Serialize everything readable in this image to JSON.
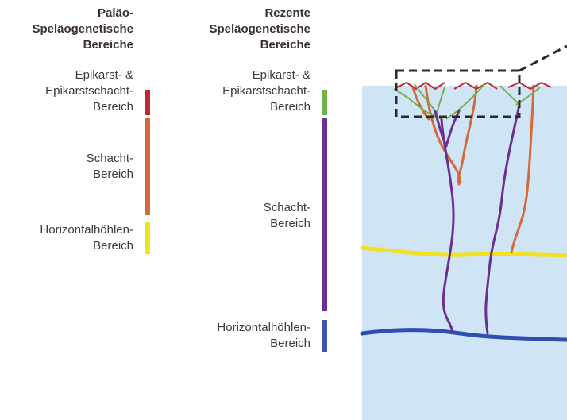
{
  "paleo": {
    "heading": [
      "Paläo-",
      "Speläogenetische",
      "Bereiche"
    ],
    "zones": [
      {
        "lines": [
          "Epikarst- &",
          "Epikarstschacht-",
          "Bereich"
        ],
        "color": "#c0282e"
      },
      {
        "lines": [
          "Schacht-",
          "Bereich"
        ],
        "color": "#d46a3a"
      },
      {
        "lines": [
          "Horizontalhöhlen-",
          "Bereich"
        ],
        "color": "#f2e21d"
      }
    ]
  },
  "recent": {
    "heading": [
      "Rezente",
      "Speläogenetische",
      "Bereiche"
    ],
    "zones": [
      {
        "lines": [
          "Epikarst- &",
          "Epikarstschacht-",
          "Bereich"
        ],
        "color": "#6fb24a"
      },
      {
        "lines": [
          "Schacht-",
          "Bereich"
        ],
        "color": "#6b2f8f"
      },
      {
        "lines": [
          "Horizontalhöhlen-",
          "Bereich"
        ],
        "color": "#3a57b5"
      }
    ]
  },
  "diagram": {
    "background": "#cfe5f6",
    "paleo_shaft_color": "#d46a3a",
    "paleo_epikarst_color": "#c0282e",
    "recent_epikarst_color": "#6fb24a",
    "recent_shaft_color": "#6b2f8f",
    "paleo_horizontal_color": "#f2e21d",
    "recent_horizontal_color": "#2e4fb0"
  }
}
